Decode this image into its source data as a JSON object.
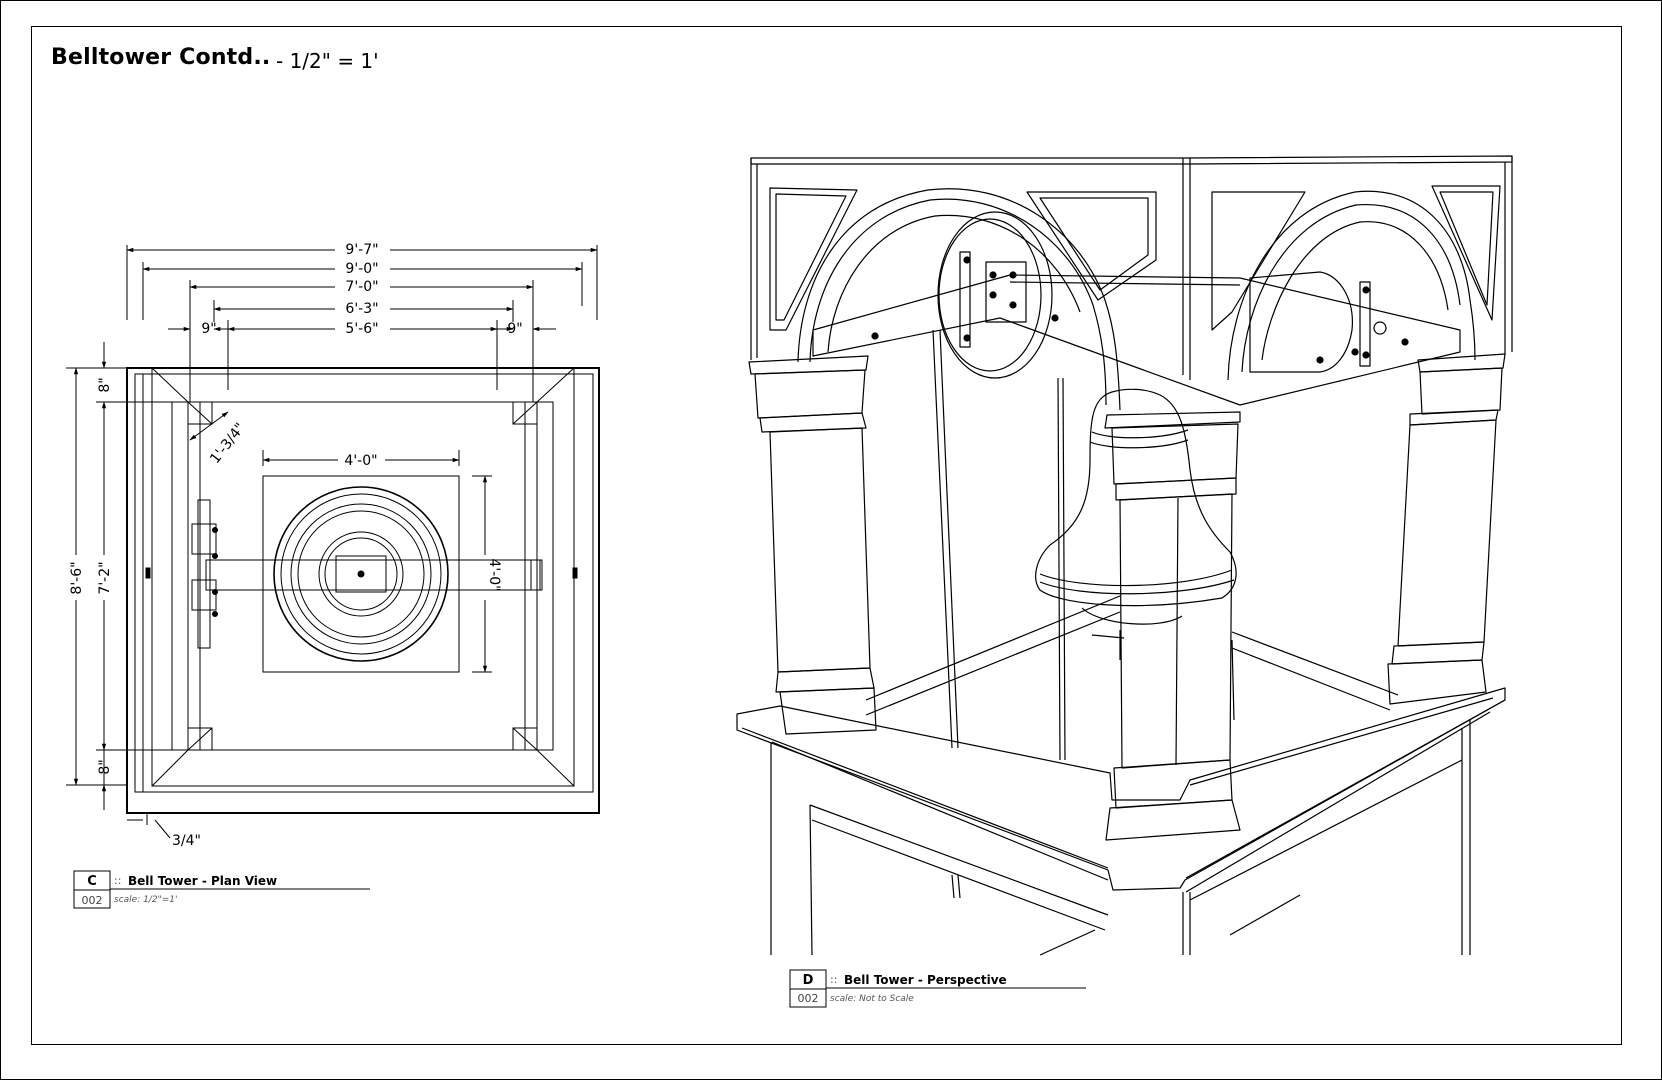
{
  "sheet": {
    "title": "Belltower Contd..",
    "scale": "- 1/2\" = 1'"
  },
  "plan_view": {
    "dims": {
      "w_9_7": "9'-7\"",
      "w_9_0": "9'-0\"",
      "w_7_0": "7'-0\"",
      "w_6_3": "6'-3\"",
      "w_5_6": "5'-6\"",
      "w_9in_left": "9\"",
      "w_9in_right": "9\"",
      "h_8_6": "8'-6\"",
      "h_7_2": "7'-2\"",
      "h_8in_top": "8\"",
      "h_8in_bottom": "8\"",
      "diag_1_3_4": "1'-3/4\"",
      "bell_w": "4'-0\"",
      "bell_h": "4'-0\"",
      "bottom_3_4": "3/4\""
    },
    "caption": {
      "letter": "C",
      "sep": "::",
      "title": "Bell Tower - Plan View",
      "number": "002",
      "scale": "scale: 1/2\"=1'"
    }
  },
  "perspective_view": {
    "caption": {
      "letter": "D",
      "sep": "::",
      "title": "Bell Tower - Perspective",
      "number": "002",
      "scale": "scale: Not to Scale"
    }
  }
}
